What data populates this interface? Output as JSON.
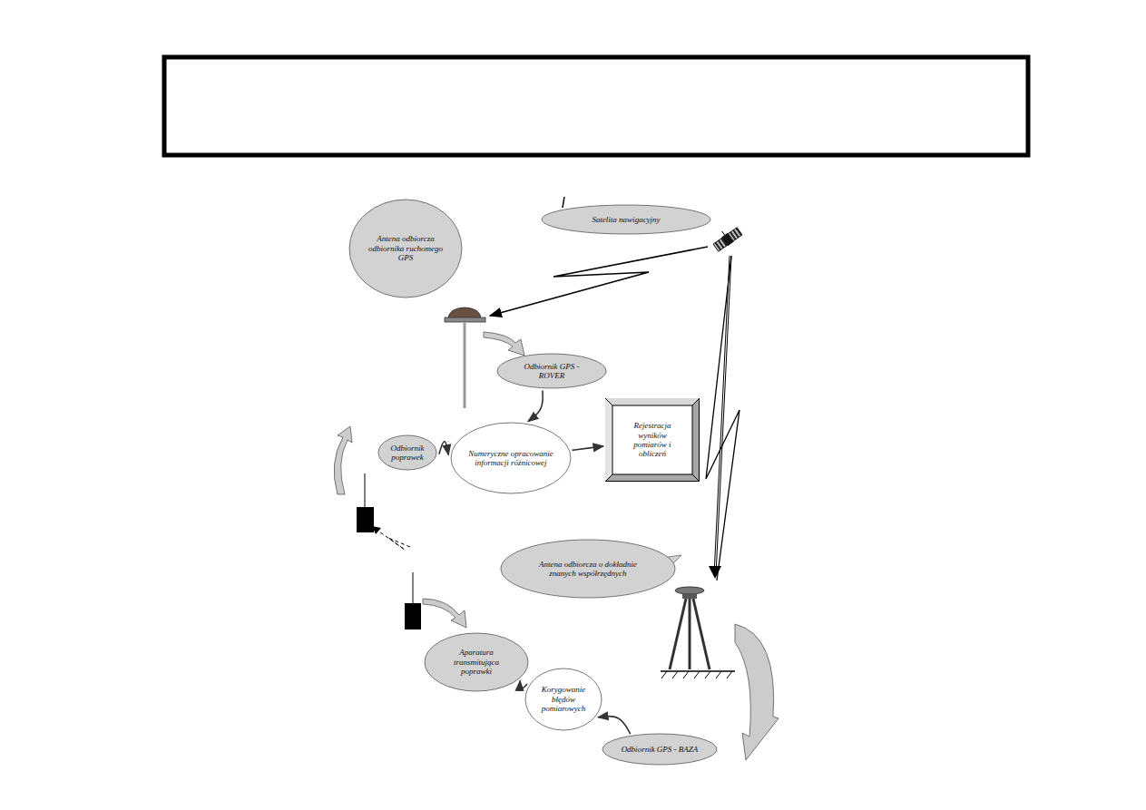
{
  "diagram": {
    "nodes": [
      {
        "text": [
          "Antena odbiorcza odbiornika ruchomego GPS"
        ]
      },
      {
        "text": [
          "Satelita nawigacyjny"
        ]
      },
      {
        "text": [
          "Odbiornik GPS - ROVER"
        ]
      },
      {
        "text": [
          "Odbiornik poprawek"
        ]
      },
      {
        "text": [
          "Numeryczne opracowanie informacji różnicowej"
        ]
      },
      {
        "text": [
          "Rejestracja wyników pomiarów i obliczeń"
        ]
      },
      {
        "text": [
          "Antena odbiorcza o dokładnie znanych współrzędnych"
        ]
      },
      {
        "text": [
          "Aparatura transmitująca poprawki"
        ]
      },
      {
        "text": [
          "Korygowanie błędów pomiarowych"
        ]
      },
      {
        "text": [
          "Odbiornik GPS - BAZA"
        ]
      }
    ],
    "edges": [
      {
        "from": 2,
        "to": 4,
        "arrow": "to"
      },
      {
        "from": 3,
        "to": 4,
        "arrow": "to"
      },
      {
        "from": 4,
        "to": 5,
        "arrow": "to"
      },
      {
        "from": 9,
        "to": 8,
        "arrow": "to"
      },
      {
        "from": 8,
        "to": 7,
        "arrow": "to"
      }
    ]
  }
}
